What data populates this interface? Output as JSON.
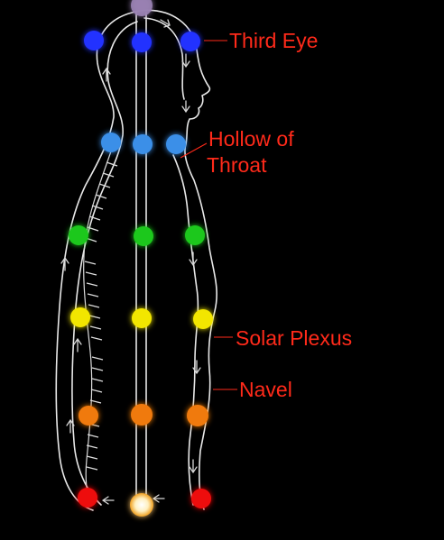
{
  "labels": {
    "third_eye": "Third Eye",
    "hollow_line1": "Hollow of",
    "hollow_line2": "Throat",
    "solar_plexus": "Solar Plexus",
    "navel": "Navel"
  },
  "colors": {
    "background": "#000000",
    "label_text": "#ff2a1a",
    "outline": "#e6e6e6",
    "crown": "#9a82b4",
    "row_brow": "#2233ff",
    "row_throat": "#3a8fe8",
    "row_heart": "#1fc81f",
    "row_solar": "#f2e600",
    "row_navel": "#f07a10",
    "row_base_left": "#ee1010",
    "row_base_center": "#fff2c8",
    "row_base_right": "#ee1010"
  }
}
